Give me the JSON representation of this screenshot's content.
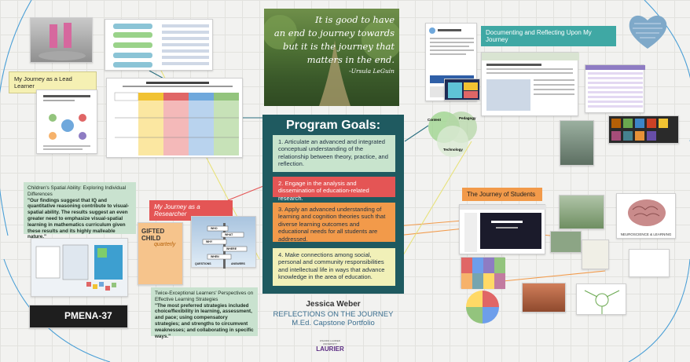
{
  "center": {
    "quote_line1": "It is good to have",
    "quote_line2": "an end to journey towards",
    "quote_line3": "but it is the journey that",
    "quote_line4": "matters in the end.",
    "quote_author": "-Ursula LeGuin",
    "goals_title": "Program Goals:",
    "goals": [
      "1. Articulate an advanced and integrated conceptual understanding of the relationship between theory, practice, and reflection.",
      "2. Engage in the analysis and dissemination of education-related research.",
      "3. Apply an advanced understanding of learning and cognition theories such that diverse learning outcomes and educational needs for all students are addressed.",
      "4. Make connections among social, personal and community responsibilities and intellectual life in ways that advance knowledge in the area of education."
    ],
    "author_name": "Jessica Weber",
    "subtitle1": "REFLECTIONS ON THE JOURNEY",
    "subtitle2": "M.Ed. Capstone Portfolio",
    "logo_text": "LAURIER"
  },
  "left": {
    "lead_learner_label": "My Journey as a Lead Learner",
    "researcher_label": "My Journey as a Researcher",
    "spatial_title": "Children's Spatial Ability: Exploring Individual Differences",
    "spatial_quote": "\"Our findings suggest that IQ and quantitative reasoning contribute to visual-spatial ability. The results suggest an even greater need to emphasize visual-spatial learning in mathematics curriculum given these results and its highly malleable nature.\"",
    "twice_title": "Twice-Exceptional Learners' Perspectives on Effective Learning Strategies",
    "twice_quote": "\"The most preferred strategies included choice/flexibility in learning, assessment, and pace; using compensatory strategies; and strengths to circumvent weaknesses; and collaborating in specific ways.\"",
    "gifted_child_title": "GIFTED CHILD",
    "gifted_child_sub": "quarterly",
    "pmena_label": "PMENA-37",
    "sign_words": [
      "WHO",
      "WHAT",
      "WHY",
      "WHERE",
      "WHEN",
      "QUESTIONS",
      "ANSWERS"
    ]
  },
  "right": {
    "documenting_label": "Documenting and Reflecting Upon My Journey",
    "students_label": "The Journey of Students",
    "venn_labels": [
      "Content",
      "Pedagogy",
      "Technology"
    ],
    "neuro_label": "NEUROSCIENCE & LEARNING"
  },
  "colors": {
    "goals_panel": "#1f5a60",
    "goal1": "#c8e4cd",
    "goal2": "#e45555",
    "goal3": "#f29a4a",
    "goal4": "#f1f0b8",
    "frame_arc": "#4a9fd6"
  }
}
